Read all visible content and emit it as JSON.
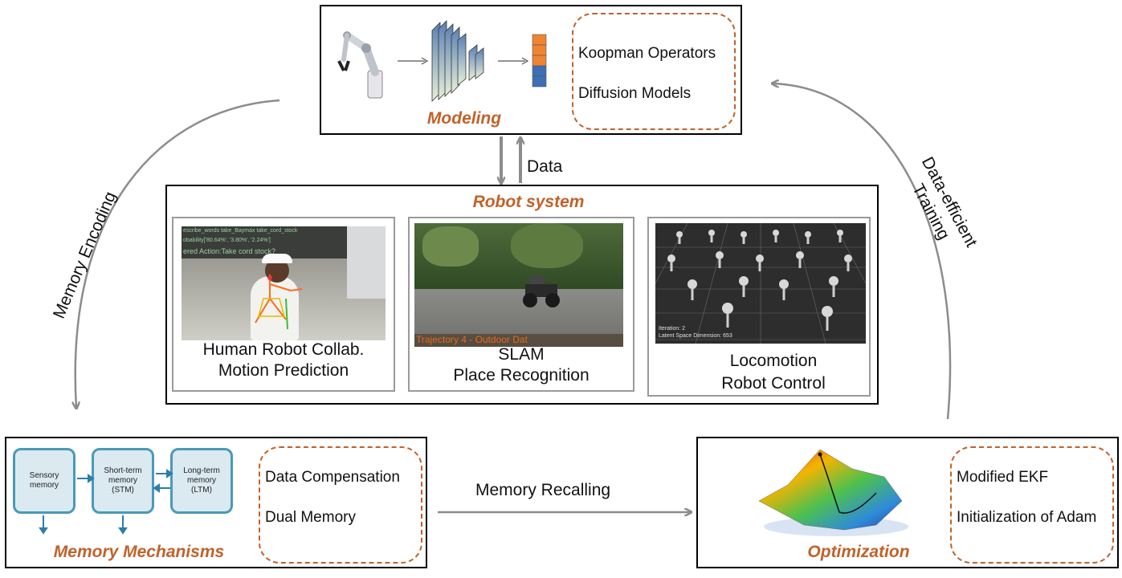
{
  "modeling": {
    "title": "Modeling",
    "methods": [
      "Koopman Operators",
      "Diffusion Models"
    ]
  },
  "data_label": "Data",
  "robot_system": {
    "title": "Robot system",
    "panels": [
      {
        "line1": "Human Robot Collab.",
        "line2": "Motion Prediction"
      },
      {
        "line1": "SLAM",
        "line2": "Place Recognition"
      },
      {
        "line1": "Locomotion",
        "line2": "Robot Control"
      }
    ],
    "hrc_overlay": {
      "row1": "escribe_words   take_Baymax   take_cord_stock",
      "row2": "obability['80.64%', '3.80%', '2.24%']",
      "row3": "ered Action:Take cord stock?"
    },
    "slam_overlay": "Trajectory 4 - Outdoor Dat",
    "loco_overlay": {
      "line1": "Iteration: 2",
      "line2": "Latent Space Dimension: 653"
    }
  },
  "memory_encoding_label": "Memory Encoding",
  "training_label": {
    "line1": "Data-efficient",
    "line2": "Training"
  },
  "memory_recalling_label": "Memory Recalling",
  "memory": {
    "title": "Memory Mechanisms",
    "heads": [
      {
        "line1": "Sensory",
        "line2": "memory",
        "line3": ""
      },
      {
        "line1": "Short-term",
        "line2": "memory",
        "line3": "(STM)"
      },
      {
        "line1": "Long-term",
        "line2": "memory",
        "line3": "(LTM)"
      }
    ],
    "methods": [
      "Data Compensation",
      "Dual Memory"
    ]
  },
  "optimization": {
    "title": "Optimization",
    "methods": [
      "Modified EKF",
      "Initialization of Adam"
    ]
  },
  "colors": {
    "accent": "#c0622a",
    "arrow": "#8c8c8c",
    "head_border": "#4a9ab8"
  }
}
